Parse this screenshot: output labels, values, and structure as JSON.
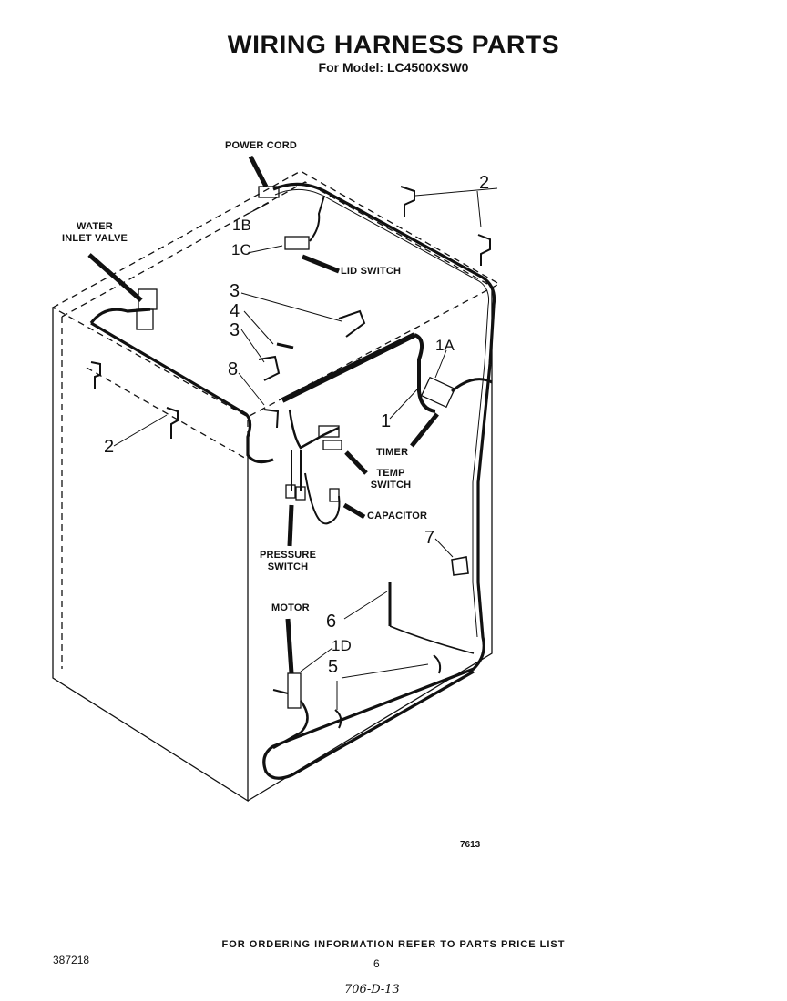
{
  "header": {
    "title": "WIRING HARNESS PARTS",
    "subtitle": "For Model:  LC4500XSW0"
  },
  "labels": {
    "power_cord": "POWER CORD",
    "water_inlet_valve_1": "WATER",
    "water_inlet_valve_2": "INLET VALVE",
    "lid_switch": "LID SWITCH",
    "timer": "TIMER",
    "temp_switch_1": "TEMP",
    "temp_switch_2": "SWITCH",
    "capacitor": "CAPACITOR",
    "pressure_switch_1": "PRESSURE",
    "pressure_switch_2": "SWITCH",
    "motor": "MOTOR"
  },
  "callouts": {
    "c1B": "1B",
    "c1C": "1C",
    "c2_top": "2",
    "c3a": "3",
    "c4": "4",
    "c3b": "3",
    "c8": "8",
    "c1A": "1A",
    "c1": "1",
    "c2_left": "2",
    "c7": "7",
    "c6": "6",
    "c1D": "1D",
    "c5": "5"
  },
  "figure_number": "7613",
  "footer": {
    "ordering_info": "FOR ORDERING INFORMATION REFER TO PARTS PRICE LIST",
    "doc_number": "387218",
    "page_number": "6",
    "handwritten_code": "706-D-13"
  }
}
